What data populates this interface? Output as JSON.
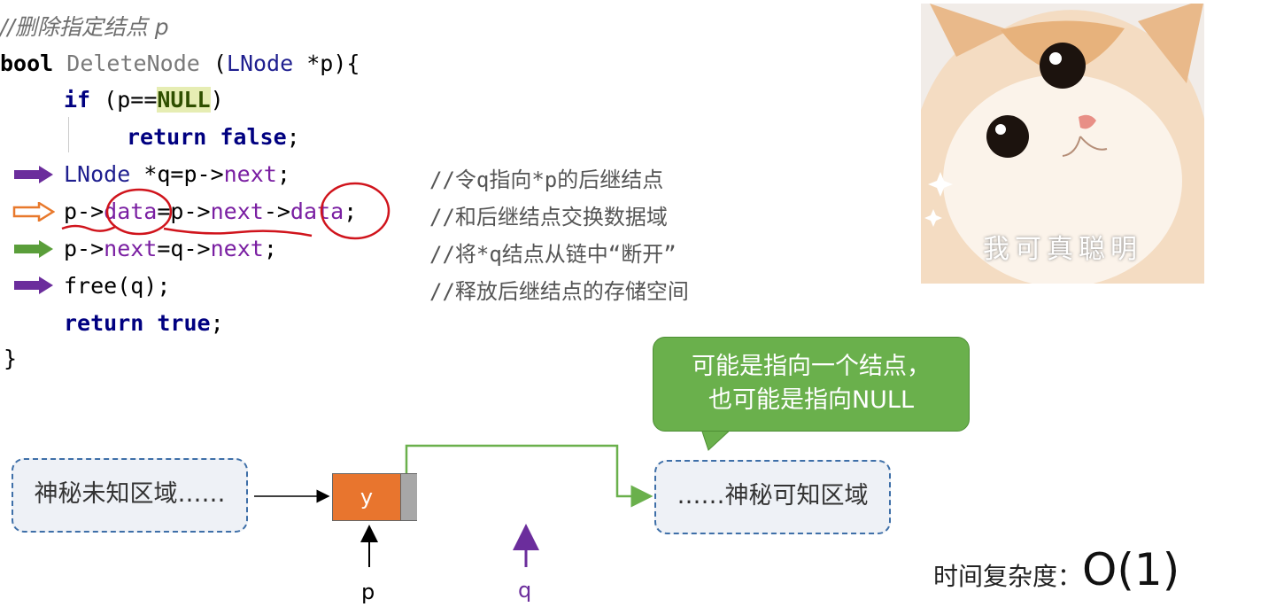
{
  "code": {
    "comment_title": "//删除指定结点 p",
    "signature": {
      "kw_bool": "bool",
      "fn_name": "DeleteNode",
      "paren_open": " (",
      "type": "LNode",
      "param": " *p){"
    },
    "if_line": {
      "kw": "if",
      "pre": " (p==",
      "null": "NULL",
      "post": ")"
    },
    "return_false": {
      "kw_return": "return",
      "kw_false": "false",
      "semi": ";"
    },
    "line_q": {
      "type": "LNode",
      "rest": " *q=p->",
      "field": "next",
      "end": ";"
    },
    "line_swap": {
      "a": "p->",
      "b": "data",
      "c": "=p->",
      "d": "next",
      "e": "->",
      "f": "data",
      "g": ";"
    },
    "line_link": {
      "a": "p->",
      "b": "next",
      "c": "=q->",
      "d": "next",
      "e": ";"
    },
    "line_free": "free(q);",
    "return_true": {
      "kw_return": "return",
      "kw_true": "true",
      "semi": ";"
    },
    "close_brace": "}",
    "comments": [
      "//令q指向*p的后继结点",
      "//和后继结点交换数据域",
      "//将*q结点从链中“断开”",
      "//释放后继结点的存储空间"
    ]
  },
  "indicator_colors": [
    "#6b2d9c",
    "#e8792c",
    "#5a9e3a",
    "#6b2d9c"
  ],
  "cat_image": {
    "caption": "我可真聪明"
  },
  "bubble": {
    "line1": "可能是指向一个结点，",
    "line2": "也可能是指向NULL"
  },
  "diagram": {
    "left_region": "神秘未知区域……",
    "right_region": "……神秘可知区域",
    "node_data": "y",
    "pointer_p": "p",
    "pointer_q": "q"
  },
  "complexity": {
    "label": "时间复杂度：",
    "value": "O(1)"
  }
}
